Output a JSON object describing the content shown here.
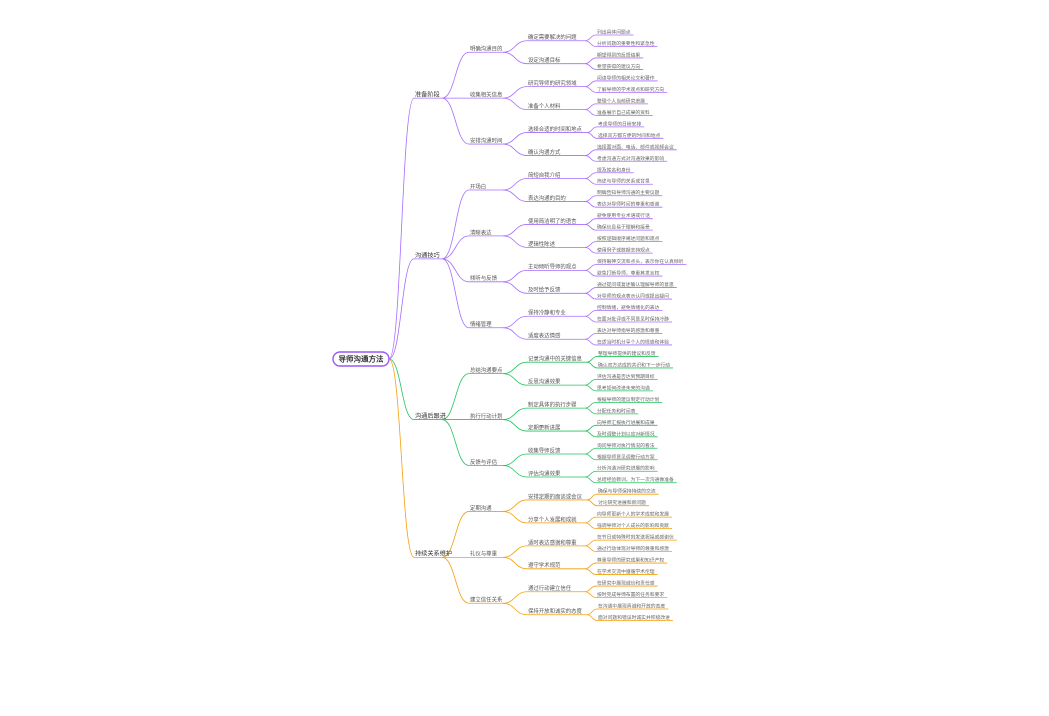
{
  "root": "导师沟通方法",
  "colors": {
    "root_border": "#9b59f5",
    "line_1": "#a66cff",
    "line_2": "#a66cff",
    "line_3": "#22c55e",
    "line_4": "#f59e0b"
  },
  "branches": [
    {
      "label": "准备阶段",
      "children": [
        {
          "label": "明确沟通目的",
          "children": [
            {
              "label": "确定需要解决的问题",
              "children": [
                "列出具体问题点",
                "分析问题的重要性和紧急性"
              ]
            },
            {
              "label": "设定沟通目标",
              "children": [
                "期望得到的反馈结果",
                "希望获得的建议方向"
              ]
            }
          ]
        },
        {
          "label": "收集相关信息",
          "children": [
            {
              "label": "研究导师的研究领域",
              "children": [
                "阅读导师的相关论文和著作",
                "了解导师的学术观点和研究方向"
              ]
            },
            {
              "label": "准备个人材料",
              "children": [
                "整理个人当前研究进展",
                "准备展示自己成果的资料"
              ]
            }
          ]
        },
        {
          "label": "安排沟通时间",
          "children": [
            {
              "label": "选择合适的时间和地点",
              "children": [
                "考虑导师的日程安排",
                "选择双方都方便的时间和地点"
              ]
            },
            {
              "label": "确认沟通方式",
              "children": [
                "选择面对面、电话、邮件或视频会议",
                "考虑沟通方式对沟通效果的影响"
              ]
            }
          ]
        }
      ]
    },
    {
      "label": "沟通技巧",
      "children": [
        {
          "label": "开场白",
          "children": [
            {
              "label": "简短自我介绍",
              "children": [
                "提及姓名和身份",
                "简述与导师的关系或背景"
              ]
            },
            {
              "label": "表达沟通的目的",
              "children": [
                "明确告知导师沟通的主要议题",
                "表达对导师时间的尊重和感谢"
              ]
            }
          ]
        },
        {
          "label": "清晰表达",
          "children": [
            {
              "label": "使用简洁明了的语言",
              "children": [
                "避免使用专业术语或行话",
                "确保信息易于理解和接受"
              ]
            },
            {
              "label": "逻辑性陈述",
              "children": [
                "按照逻辑顺序阐述问题和观点",
                "使用例子或数据支持观点"
              ]
            }
          ]
        },
        {
          "label": "倾听与反馈",
          "children": [
            {
              "label": "主动倾听导师的观点",
              "children": [
                "保持眼神交流和点头，表示你在认真倾听",
                "避免打断导师，尊重其发言权"
              ]
            },
            {
              "label": "及时给予反馈",
              "children": [
                "通过提问或复述确认理解导师的意思",
                "对导师的观点表示认同或提出疑问"
              ]
            }
          ]
        },
        {
          "label": "情绪管理",
          "children": [
            {
              "label": "保持冷静和专业",
              "children": [
                "控制情绪，避免情绪化的表达",
                "在面对批评或不同意见时保持冷静"
              ]
            },
            {
              "label": "适度表达情感",
              "children": [
                "表达对导师指导的感激和尊重",
                "在适当时机分享个人的情感和体验"
              ]
            }
          ]
        }
      ]
    },
    {
      "label": "沟通后跟进",
      "children": [
        {
          "label": "总结沟通要点",
          "children": [
            {
              "label": "记录沟通中的关键信息",
              "children": [
                "整理导师提供的建议和反馈",
                "确认双方达成的共识和下一步行动"
              ]
            },
            {
              "label": "反思沟通效果",
              "children": [
                "评估沟通是否达到预期目标",
                "思考如何改进未来的沟通"
              ]
            }
          ]
        },
        {
          "label": "执行行动计划",
          "children": [
            {
              "label": "制定具体的执行步骤",
              "children": [
                "根据导师的建议制定行动计划",
                "分配任务和时间表"
              ]
            },
            {
              "label": "定期更新进展",
              "children": [
                "向导师汇报执行进展和成果",
                "及时调整计划以应对新情况"
              ]
            }
          ]
        },
        {
          "label": "反馈与评估",
          "children": [
            {
              "label": "收集导师反馈",
              "children": [
                "询问导师对执行情况的看法",
                "根据导师意见调整行动方案"
              ]
            },
            {
              "label": "评估沟通效果",
              "children": [
                "分析沟通对研究进展的影响",
                "总结经验教训，为下一次沟通做准备"
              ]
            }
          ]
        }
      ]
    },
    {
      "label": "持续关系维护",
      "children": [
        {
          "label": "定期沟通",
          "children": [
            {
              "label": "安排定期的面谈或会议",
              "children": [
                "确保与导师保持持续的交流",
                "讨论研究进展和新问题"
              ]
            },
            {
              "label": "分享个人发展和成就",
              "children": [
                "向导师更新个人的学术成就和发展",
                "强调导师对个人成长的影响和贡献"
              ]
            }
          ]
        },
        {
          "label": "礼仪与尊重",
          "children": [
            {
              "label": "适时表达感谢和尊重",
              "children": [
                "在节日或特殊时刻发送祝福或感谢信",
                "通过行动体现对导师的尊重和感激"
              ]
            },
            {
              "label": "遵守学术规范",
              "children": [
                "尊重导师的研究成果和知识产权",
                "在学术交流中遵循学术伦理"
              ]
            }
          ]
        },
        {
          "label": "建立信任关系",
          "children": [
            {
              "label": "通过行动建立信任",
              "children": [
                "在研究中展现诚信和责任感",
                "按时完成导师布置的任务和要求"
              ]
            },
            {
              "label": "保持开放和诚实的态度",
              "children": [
                "在沟通中展现真诚和开放的态度",
                "面对问题和错误时诚实并积极改进"
              ]
            }
          ]
        }
      ]
    }
  ]
}
